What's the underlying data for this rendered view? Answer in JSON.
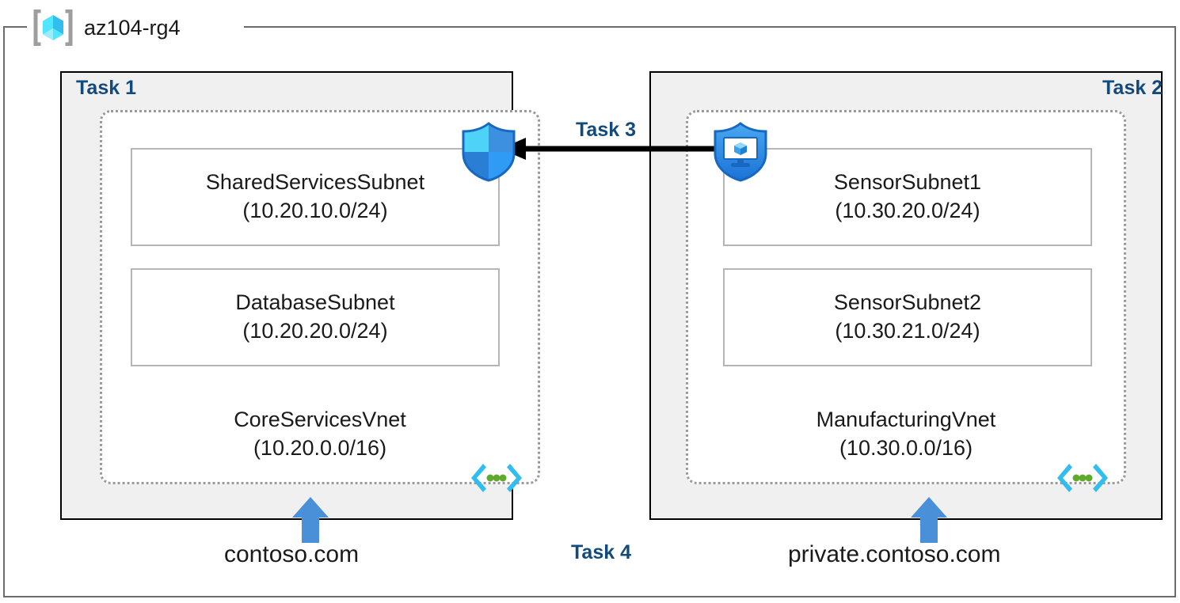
{
  "resource_group": {
    "name": "az104-rg4",
    "icon": "azure-resource-group-icon"
  },
  "tasks": {
    "task1_label": "Task 1",
    "task2_label": "Task 2",
    "task3_label": "Task 3",
    "task4_label": "Task 4"
  },
  "vnets": [
    {
      "task_label": "Task 1",
      "name": "CoreServicesVnet",
      "cidr": "(10.20.0.0/16)",
      "glyph": "virtual-network-icon",
      "dns_zone": "contoso.com",
      "subnets": [
        {
          "name": "SharedServicesSubnet",
          "cidr": "(10.20.10.0/24)"
        },
        {
          "name": "DatabaseSubnet",
          "cidr": "(10.20.20.0/24)"
        }
      ]
    },
    {
      "task_label": "Task 2",
      "name": "ManufacturingVnet",
      "cidr": "(10.30.0.0/16)",
      "glyph": "virtual-network-icon",
      "dns_zone": "private.contoso.com",
      "subnets": [
        {
          "name": "SensorSubnet1",
          "cidr": "(10.30.20.0/24)"
        },
        {
          "name": "SensorSubnet2",
          "cidr": "(10.30.21.0/24)"
        }
      ]
    }
  ],
  "icons": {
    "firewall": "shield-icon",
    "bastion": "bastion-shield-monitor-icon",
    "connector": "left-arrow-icon",
    "dns_arrow": "up-arrow-icon"
  },
  "colors": {
    "task_label": "#134a7c",
    "task_box_fill": "#f0f0f0",
    "task_box_border": "#000000",
    "vnet_dotted_border": "#9a9a9a",
    "subnet_border": "#b5b5b5",
    "frame_border": "#6b6b6b",
    "arrow_blue": "#4a90d9",
    "shield_blue": "#2f9bf5",
    "vnet_glyph_cyan": "#32bdef",
    "vnet_glyph_green": "#5fa92c",
    "rg_icon_cyan": "#50e6ff",
    "rg_icon_gray": "#9e9e9e",
    "text": "#1a1a1a"
  }
}
